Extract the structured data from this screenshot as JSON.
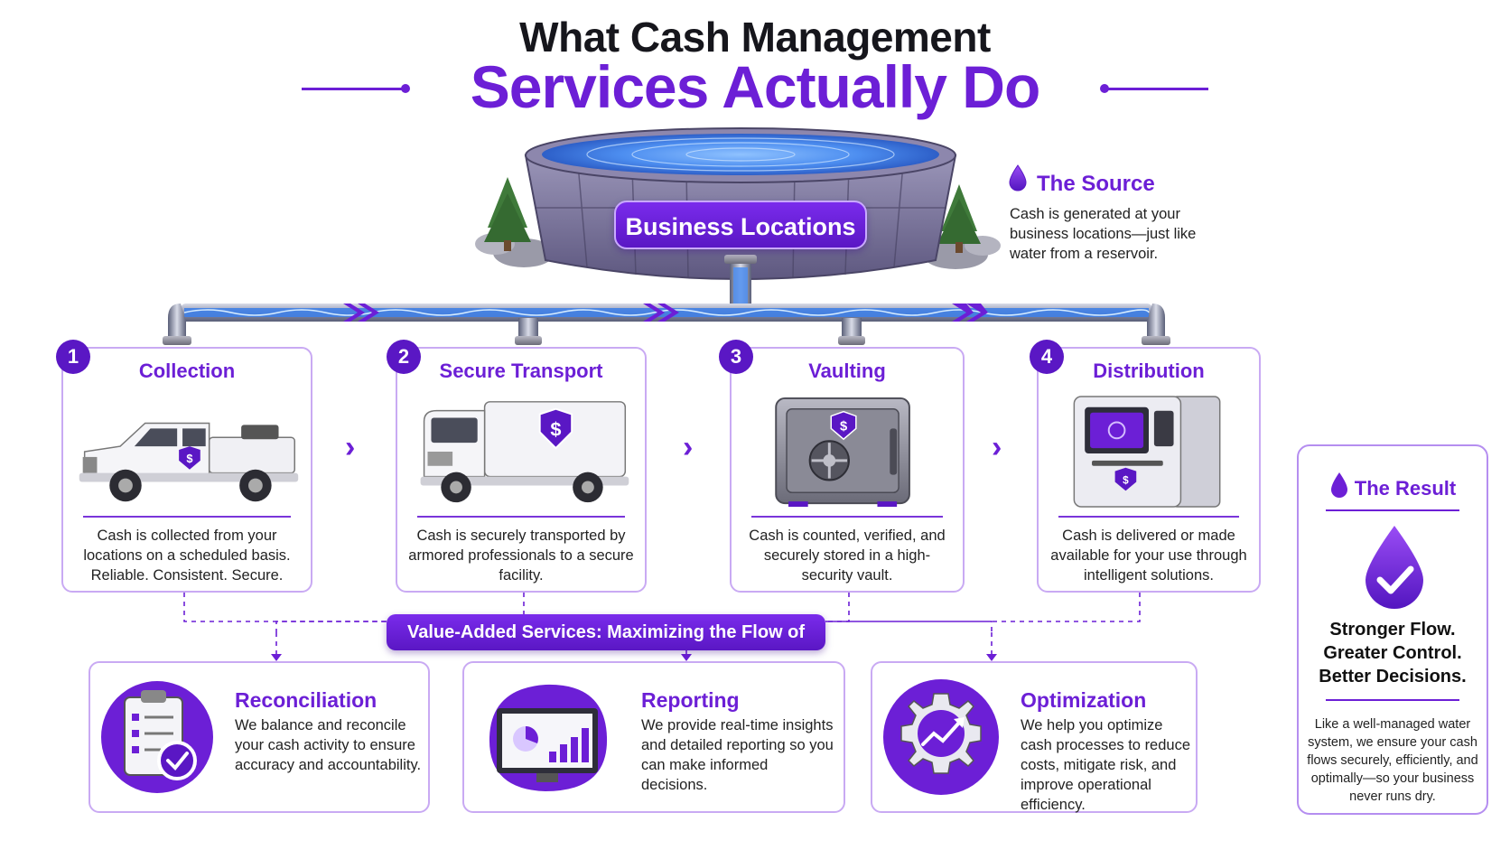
{
  "title": {
    "line1": "What Cash Management",
    "line2": "Services Actually Do"
  },
  "reservoir": {
    "label": "Business Locations"
  },
  "source": {
    "heading": "The Source",
    "text": "Cash is generated at your business locations—just like water from a reservoir."
  },
  "steps": [
    {
      "number": "1",
      "title": "Collection",
      "text": "Cash is collected from your locations on a scheduled basis. Reliable. Consistent. Secure."
    },
    {
      "number": "2",
      "title": "Secure Transport",
      "text": "Cash is securely transported by armored professionals to a secure facility."
    },
    {
      "number": "3",
      "title": "Vaulting",
      "text": "Cash is counted, verified, and securely stored in a high-security vault."
    },
    {
      "number": "4",
      "title": "Distribution",
      "text": "Cash is delivered or made available for your use through intelligent solutions."
    }
  ],
  "value_added": {
    "label": "Value-Added Services: Maximizing the Flow of Value"
  },
  "services": [
    {
      "title": "Reconciliation",
      "text": "We balance and reconcile your cash activity to ensure accuracy and accountability."
    },
    {
      "title": "Reporting",
      "text": "We provide real-time insights and detailed reporting so you can make informed decisions."
    },
    {
      "title": "Optimization",
      "text": "We help you optimize cash processes to reduce costs, mitigate risk, and improve operational efficiency."
    }
  ],
  "result": {
    "heading": "The Result",
    "line1": "Stronger Flow.",
    "line2": "Greater Control.",
    "line3": "Better Decisions.",
    "text": "Like a well-managed water system, we ensure your cash flows securely, efficiently, and optimally—so your business never runs dry."
  },
  "colors": {
    "accent": "#6c1fd6",
    "accent_dark": "#5a17c4",
    "card_border": "#c9aaf3",
    "water": "#4f8ef0"
  },
  "icons": {
    "drop": "water-drop-icon",
    "check": "checkmark-icon",
    "shield": "dollar-shield-icon",
    "chevron": "chevron-right-icon"
  }
}
